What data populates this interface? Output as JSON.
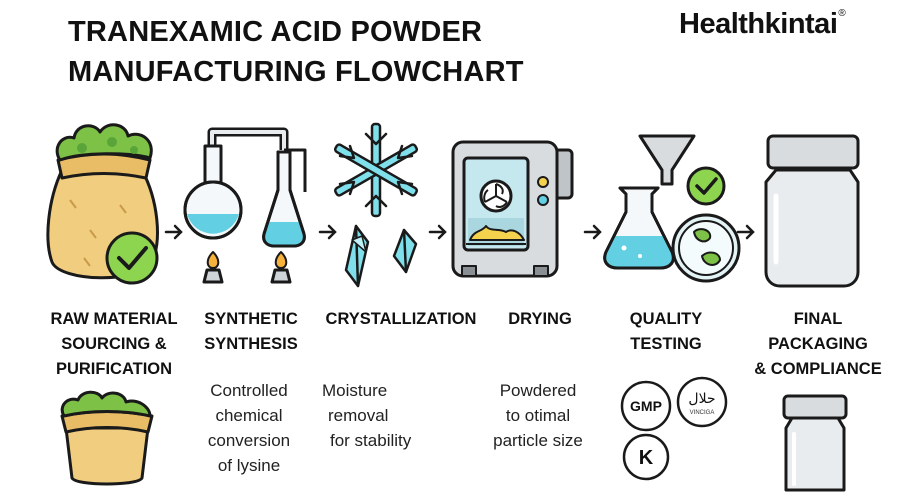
{
  "header": {
    "title_line1": "TRANEXAMIC ACID POWDER",
    "title_line2": "MANUFACTURING FLOWCHART",
    "brand": "Healthkintai",
    "brand_mark": "®"
  },
  "steps": [
    {
      "label_lines": [
        "RAW MATERIAL",
        "SOURCING &",
        "PURIFICATION"
      ],
      "icon": "grain-sack-icon"
    },
    {
      "label_lines": [
        "SYNTHETIC",
        "SYNTHESIS"
      ],
      "icon": "lab-flasks-icon",
      "desc_lines": [
        "Controlled",
        "chemical",
        "conversion",
        "of lysine"
      ]
    },
    {
      "label_lines": [
        "CRYSTALLIZATION"
      ],
      "icon": "snowflake-crystal-icon",
      "desc_lines": [
        "Moisture",
        "removal",
        "for stability"
      ]
    },
    {
      "label_lines": [
        "DRYING"
      ],
      "icon": "drying-oven-icon",
      "desc_lines": [
        "Powdered",
        "to otimal",
        "particle size"
      ]
    },
    {
      "label_lines": [
        "QUALITY",
        "TESTING"
      ],
      "icon": "lab-testing-icon"
    },
    {
      "label_lines": [
        "FINAL",
        "PACKAGING",
        "& COMPLIANCE"
      ],
      "icon": "bottle-icon"
    }
  ],
  "certifications": {
    "gmp": "GMP",
    "halal_script": "حلال",
    "halal_sub": "VINCIGA",
    "kosher": "K"
  },
  "colors": {
    "outline": "#1a1a1a",
    "sack": "#f1cd80",
    "herb_green": "#7dc247",
    "check_green": "#8dd44f",
    "liquid_blue": "#62d0e2",
    "crystal_blue": "#7fe0ec",
    "flame": "#f6b23c",
    "oven_gray": "#d9dcdf",
    "powder_yellow": "#f4d24e",
    "bottle_gray": "#e9ecee"
  }
}
